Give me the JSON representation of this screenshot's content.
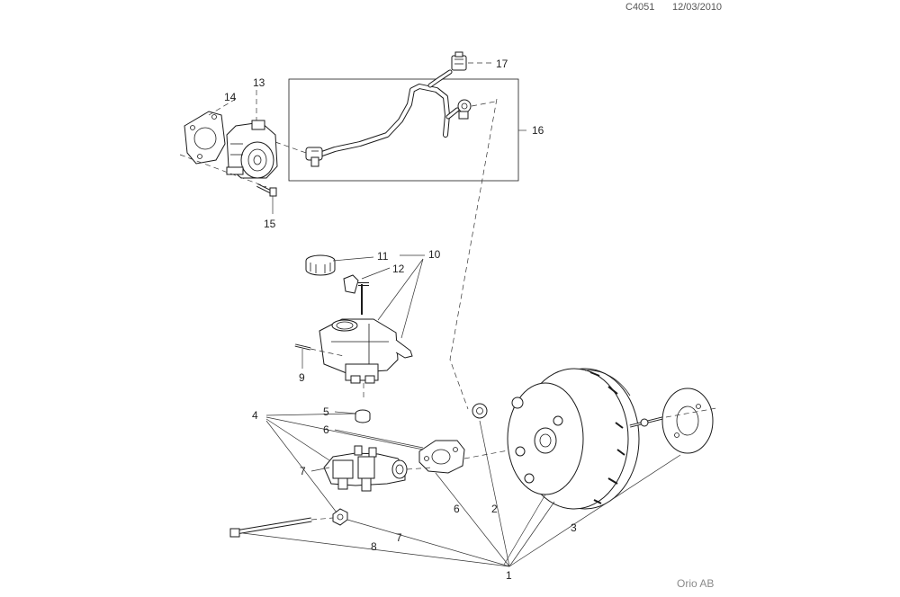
{
  "header": {
    "code": "C4051",
    "date": "12/03/2010"
  },
  "footer": {
    "copyright": "Orio AB"
  },
  "callouts": [
    {
      "id": "c1",
      "label": "1"
    },
    {
      "id": "c2",
      "label": "2"
    },
    {
      "id": "c3",
      "label": "3"
    },
    {
      "id": "c4",
      "label": "4"
    },
    {
      "id": "c5",
      "label": "5"
    },
    {
      "id": "c6a",
      "label": "6"
    },
    {
      "id": "c6b",
      "label": "6"
    },
    {
      "id": "c7a",
      "label": "7"
    },
    {
      "id": "c7b",
      "label": "7"
    },
    {
      "id": "c8",
      "label": "8"
    },
    {
      "id": "c9",
      "label": "9"
    },
    {
      "id": "c10",
      "label": "10"
    },
    {
      "id": "c11",
      "label": "11"
    },
    {
      "id": "c12",
      "label": "12"
    },
    {
      "id": "c13",
      "label": "13"
    },
    {
      "id": "c14",
      "label": "14"
    },
    {
      "id": "c15",
      "label": "15"
    },
    {
      "id": "c16",
      "label": "16"
    },
    {
      "id": "c17",
      "label": "17"
    }
  ]
}
